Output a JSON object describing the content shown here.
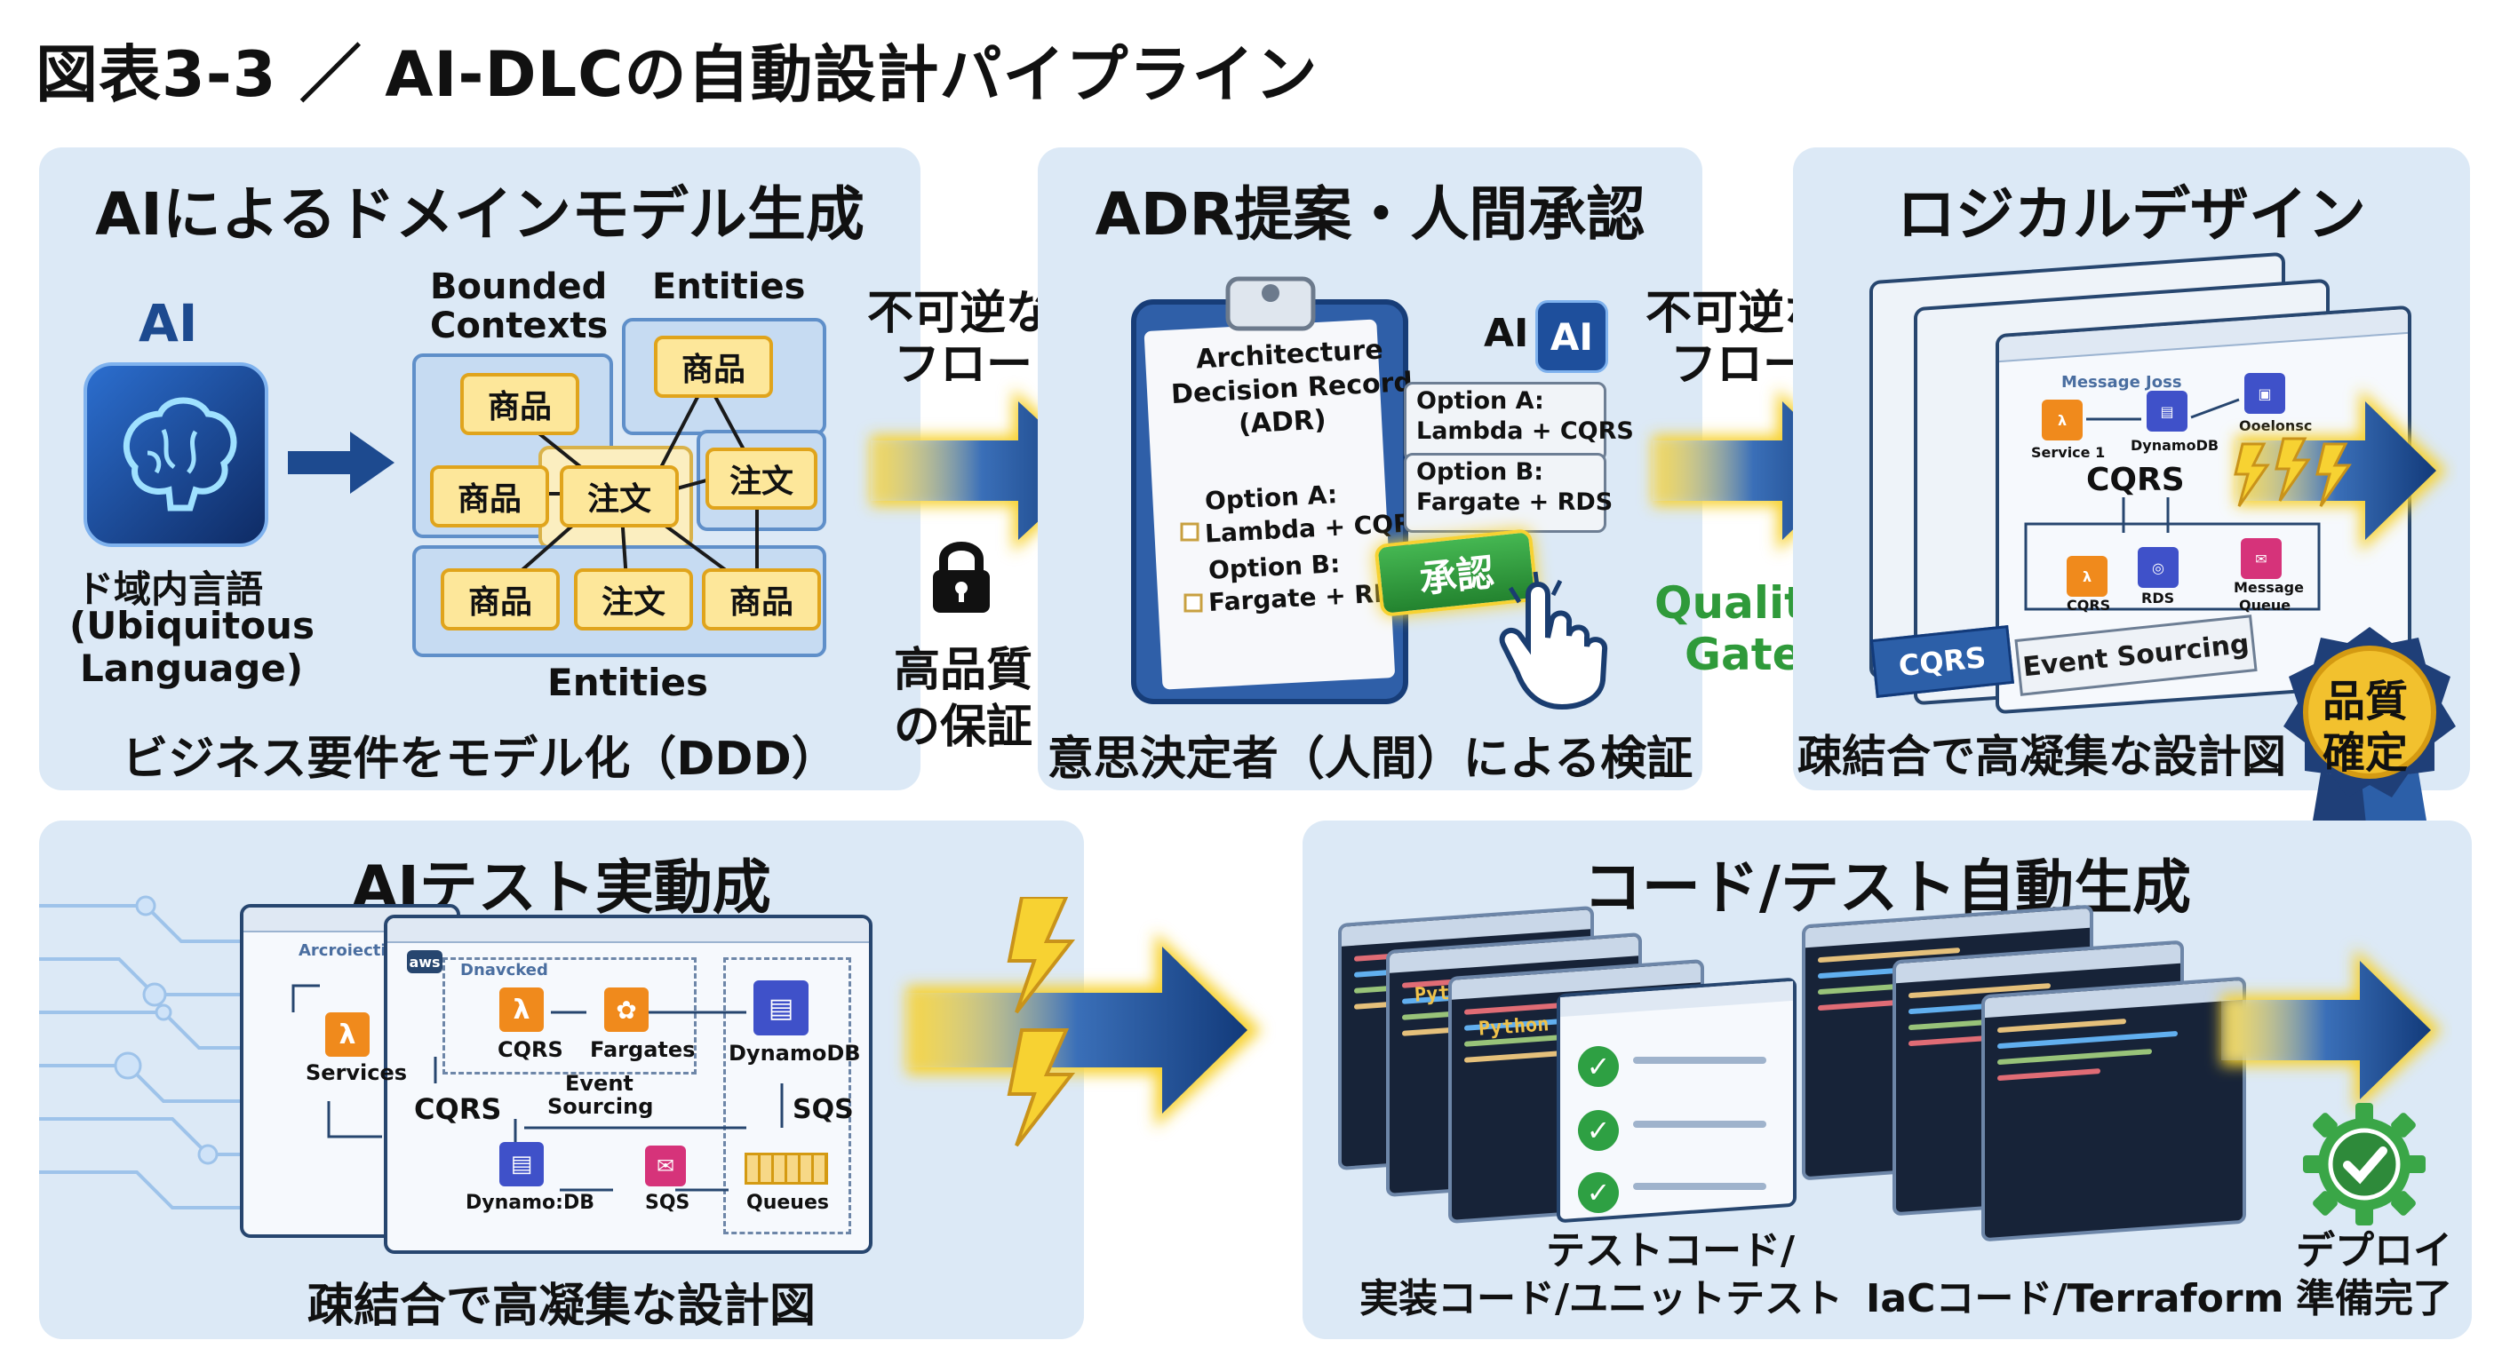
{
  "title": "図表3-3 ／ AI-DLCの自動設計パイプライン",
  "stage1": {
    "title": "AIによるドメインモデル生成",
    "ai_label": "AI",
    "lang_label_1": "ド域内言語",
    "lang_label_2": "(Ubiquitous",
    "lang_label_3": "Language)",
    "bounded_label_1": "Bounded",
    "bounded_label_2": "Contexts",
    "entities_top": "Entities",
    "entities_bottom": "Entities",
    "chips": [
      "商品",
      "商品",
      "商品",
      "注文",
      "注文",
      "商品",
      "注文",
      "商品"
    ],
    "caption": "ビジネス要件をモデル化（DDD）"
  },
  "arrow1": {
    "label_1": "不可逆な",
    "label_2": "フロー",
    "sub_1": "高品質",
    "sub_2": "の保証"
  },
  "stage2": {
    "title": "ADR提案・人間承認",
    "doc_title_1": "Architecture",
    "doc_title_2": "Decision Record",
    "doc_title_3": "(ADR)",
    "opt_a_1": "Option A:",
    "opt_a_2": "Lambda + CQRS",
    "opt_b_1": "Option B:",
    "opt_b_2": "Fargate + RDS",
    "ai_label": "AI",
    "ai_badge": "AI",
    "bubble_a_1": "Option A:",
    "bubble_a_2": "Lambda + CQRS",
    "bubble_b_1": "Option B:",
    "bubble_b_2": "Fargate + RDS",
    "approve": "承認",
    "caption": "意思決定者（人間）による検証"
  },
  "arrow2": {
    "label_1": "不可逆な",
    "label_2": "フロー",
    "gate_1": "Quality",
    "gate_2": "Gate"
  },
  "stage3": {
    "title": "ロジカルデザイン",
    "win_header": "Message Joss",
    "svc": "Service 1",
    "dynamo": "DynamoDB",
    "other": "Ooelonsc",
    "cqrs_big": "CQRS",
    "cqrs_small": "CQRS",
    "rds": "RDS",
    "mq_1": "Message",
    "mq_2": "Queue",
    "cqrs_tag": "CQRS",
    "event_tag": "Event Sourcing",
    "caption": "疎結合で高凝集な設計図",
    "badge_1": "品質",
    "badge_2": "確定"
  },
  "stage4": {
    "title": "AIテスト実動成",
    "side_header": "Arcroiection",
    "aws_tag": "aws",
    "group_label": "Dnavcked",
    "services": "Services",
    "cqrs": "CQRS",
    "fargate": "Fargates",
    "dynamodb": "DynamoDB",
    "cqrs_left": "CQRS",
    "event_1": "Event",
    "event_2": "Sourcing",
    "sqs_right": "SQS",
    "dynamo2": "Dynamo:DB",
    "sqs": "SQS",
    "queues": "Queues",
    "caption": "疎結合で高凝集な設計図"
  },
  "stage5": {
    "title": "コード/テスト自動生成",
    "python_1": "Python",
    "python_2": "Python",
    "cap_test_1": "テストコード/",
    "cap_test_2": "実装コード/ユニットテスト",
    "cap_iac": "IaCコード/Terraform",
    "deploy_1": "デプロイ",
    "deploy_2": "準備完了"
  },
  "colors": {
    "panel_bg": "#dce9f6",
    "arrow_blue": "#1d4a8f",
    "glow_yellow": "#f7d232",
    "chip_fill": "#fde79a",
    "quality_green": "#2f9a3a",
    "approve_green": "#2f9e44",
    "badge_navy": "#1f3f78",
    "badge_gold": "#f2c12e"
  },
  "icons": [
    "brain-icon",
    "lock-icon",
    "clipboard-icon",
    "hand-cursor-icon",
    "lightning-icon",
    "ribbon-badge-icon",
    "gear-check-icon",
    "check-icon"
  ]
}
